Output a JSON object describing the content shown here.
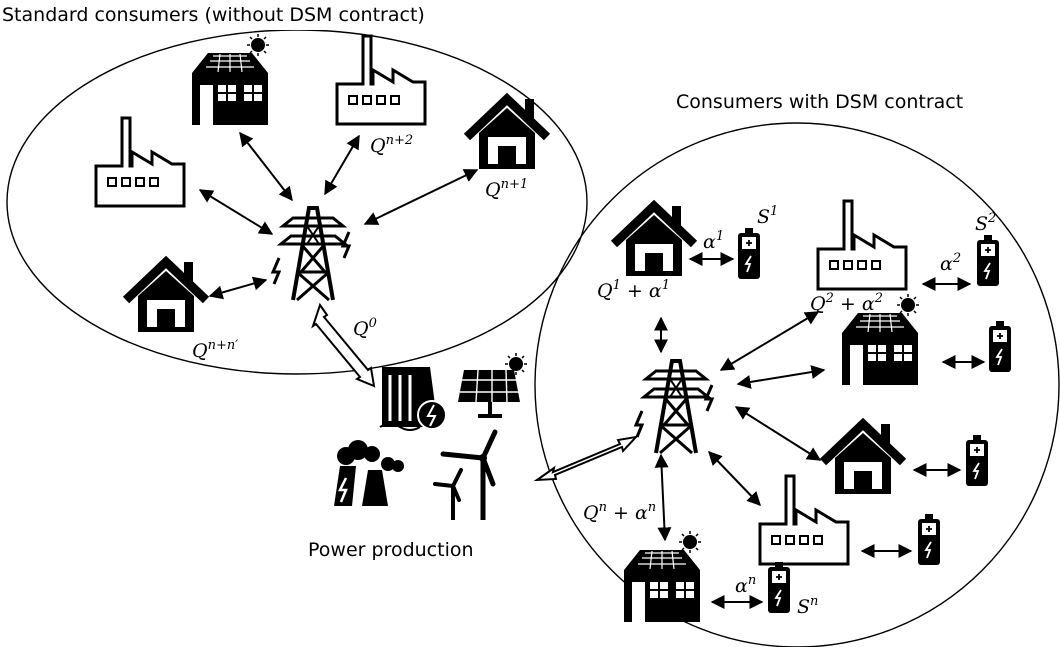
{
  "titles": {
    "standard": "Standard consumers (without DSM contract)",
    "dsm": "Consumers with DSM contract",
    "production": "Power production"
  },
  "labels": {
    "q_n2": {
      "base": "Q",
      "sup": "n+2"
    },
    "q_n1": {
      "base": "Q",
      "sup": "n+1"
    },
    "q_nn": {
      "base": "Q",
      "sup": "n+n′"
    },
    "q_0": {
      "base": "Q",
      "sup": "0"
    },
    "q1_a1": {
      "base": "Q",
      "sup": "1",
      "tail": " + α",
      "tail_sup": "1"
    },
    "q2_a2": {
      "base": "Q",
      "sup": "2",
      "tail": " + α",
      "tail_sup": "2"
    },
    "qn_an": {
      "base": "Q",
      "sup": "n",
      "tail": " + α",
      "tail_sup": "n"
    },
    "alpha1": {
      "base": "α",
      "sup": "1"
    },
    "alpha2": {
      "base": "α",
      "sup": "2"
    },
    "alphan": {
      "base": "α",
      "sup": "n"
    },
    "s1": {
      "base": "S",
      "sup": "1"
    },
    "s2": {
      "base": "S",
      "sup": "2"
    },
    "sn": {
      "base": "S",
      "sup": "n"
    }
  },
  "icons": [
    "house-icon",
    "solar-house-icon",
    "factory-icon",
    "pylon-icon",
    "battery-icon",
    "hydro-plant-icon",
    "solar-panel-icon",
    "coal-plant-icon",
    "wind-turbine-icon"
  ]
}
